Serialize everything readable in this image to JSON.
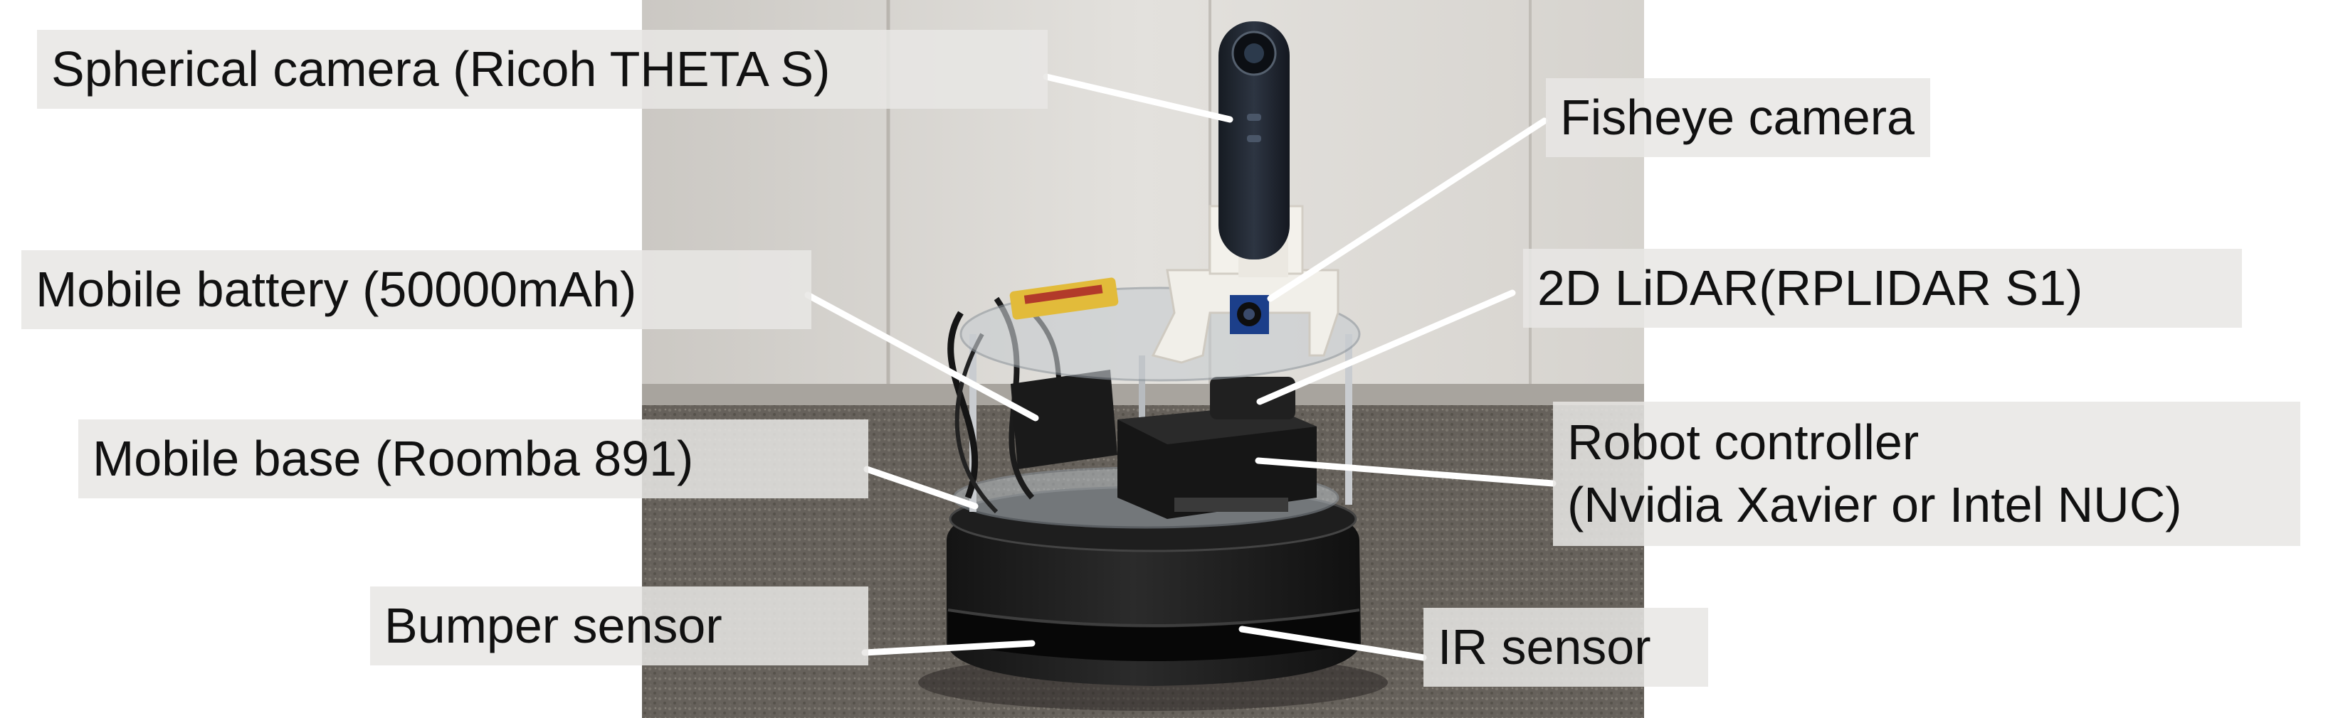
{
  "labels": {
    "spherical_camera": "Spherical camera (Ricoh THETA S)",
    "fisheye_camera": "Fisheye camera",
    "mobile_battery": "Mobile battery (50000mAh)",
    "lidar": "2D LiDAR(RPLIDAR S1)",
    "mobile_base": "Mobile base (Roomba 891)",
    "robot_controller_line1": "Robot controller",
    "robot_controller_line2": "(Nvidia Xavier or Intel NUC)",
    "bumper_sensor": "Bumper sensor",
    "ir_sensor": "IR sensor"
  },
  "colors": {
    "leader_line": "#ffffff",
    "label_box": "#e8e6e4",
    "text": "#111111"
  }
}
